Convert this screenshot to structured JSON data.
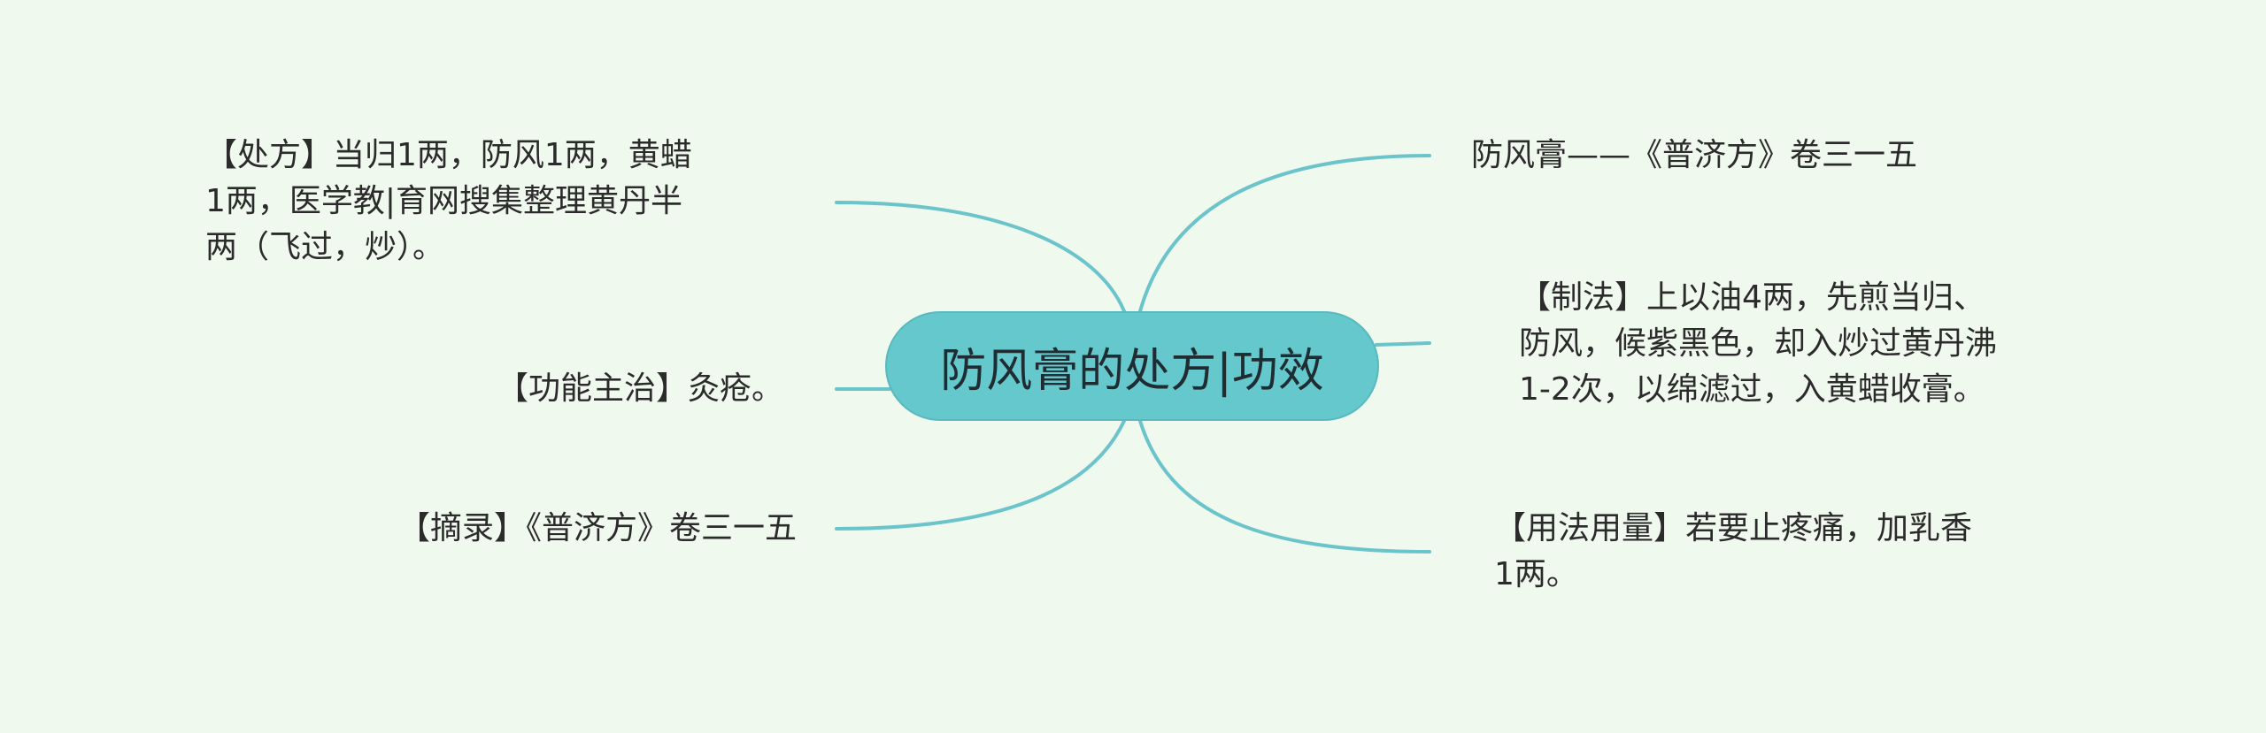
{
  "center": {
    "title": "防风膏的处方|功效"
  },
  "branches": {
    "prescription": {
      "text": "【处方】当归1两，防风1两，黄蜡\n1两，医学教|育网搜集整理黄丹半\n两（飞过，炒）。"
    },
    "indication": {
      "text": "【功能主治】灸疮。"
    },
    "excerpt": {
      "text": "【摘录】《普济方》卷三一五"
    },
    "source": {
      "text": "防风膏——《普济方》卷三一五"
    },
    "preparation": {
      "text": "【制法】上以油4两，先煎当归、\n防风，候紫黑色，却入炒过黄丹沸\n1-2次，以绵滤过，入黄蜡收膏。"
    },
    "usage": {
      "text": "【用法用量】若要止疼痛，加乳香\n1两。"
    }
  },
  "colors": {
    "background": "#f0f9ee",
    "center_fill": "#65c8cc",
    "edge": "#6cc4cb",
    "text": "#2b2b2b"
  }
}
